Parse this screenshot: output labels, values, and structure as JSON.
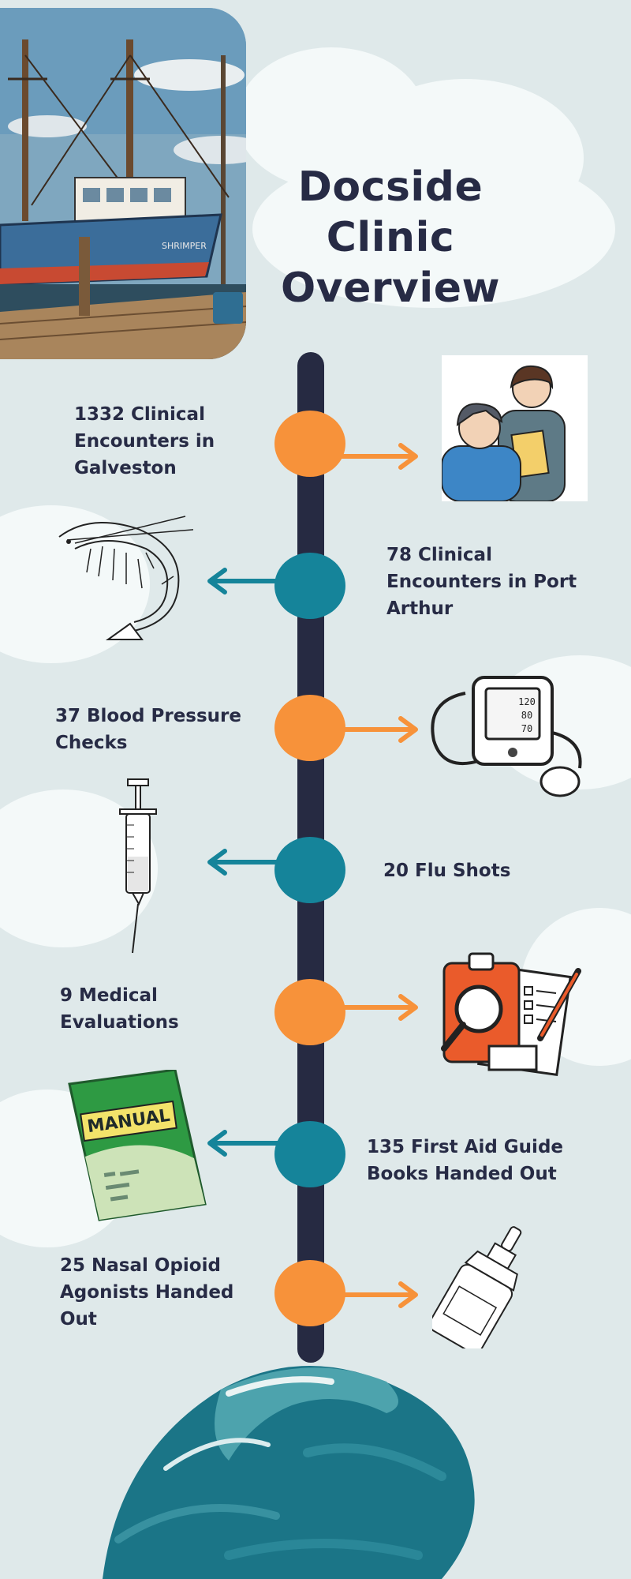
{
  "title_line1": "Docside Clinic",
  "title_line2": "Overview",
  "photo": {
    "boat_name": "SHRIMPER"
  },
  "timeline": [
    {
      "text": "1332 Clinical\nEncounters in\nGalveston",
      "side": "left",
      "color": "#f7923a",
      "icon": "clinician-patient-icon"
    },
    {
      "text": "78 Clinical\nEncounters in Port\nArthur",
      "side": "right",
      "color": "#15849a",
      "icon": "shrimp-icon"
    },
    {
      "text": "37 Blood Pressure\nChecks",
      "side": "left",
      "color": "#f7923a",
      "icon": "blood-pressure-monitor-icon"
    },
    {
      "text": "20 Flu Shots",
      "side": "right",
      "color": "#15849a",
      "icon": "syringe-icon"
    },
    {
      "text": "9 Medical\nEvaluations",
      "side": "left",
      "color": "#f7923a",
      "icon": "clipboard-evaluation-icon"
    },
    {
      "text": "135 First Aid Guide\nBooks Handed Out",
      "side": "right",
      "color": "#15849a",
      "icon": "manual-book-icon"
    },
    {
      "text": "25 Nasal Opioid\nAgonists Handed\nOut",
      "side": "left",
      "color": "#f7923a",
      "icon": "nasal-spray-icon"
    }
  ],
  "bp_readings": [
    "120",
    "80",
    "70"
  ],
  "manual_label": "MANUAL",
  "colors": {
    "navy": "#262a42",
    "orange": "#f7923a",
    "teal": "#15849a",
    "background": "#dfe9ea"
  }
}
